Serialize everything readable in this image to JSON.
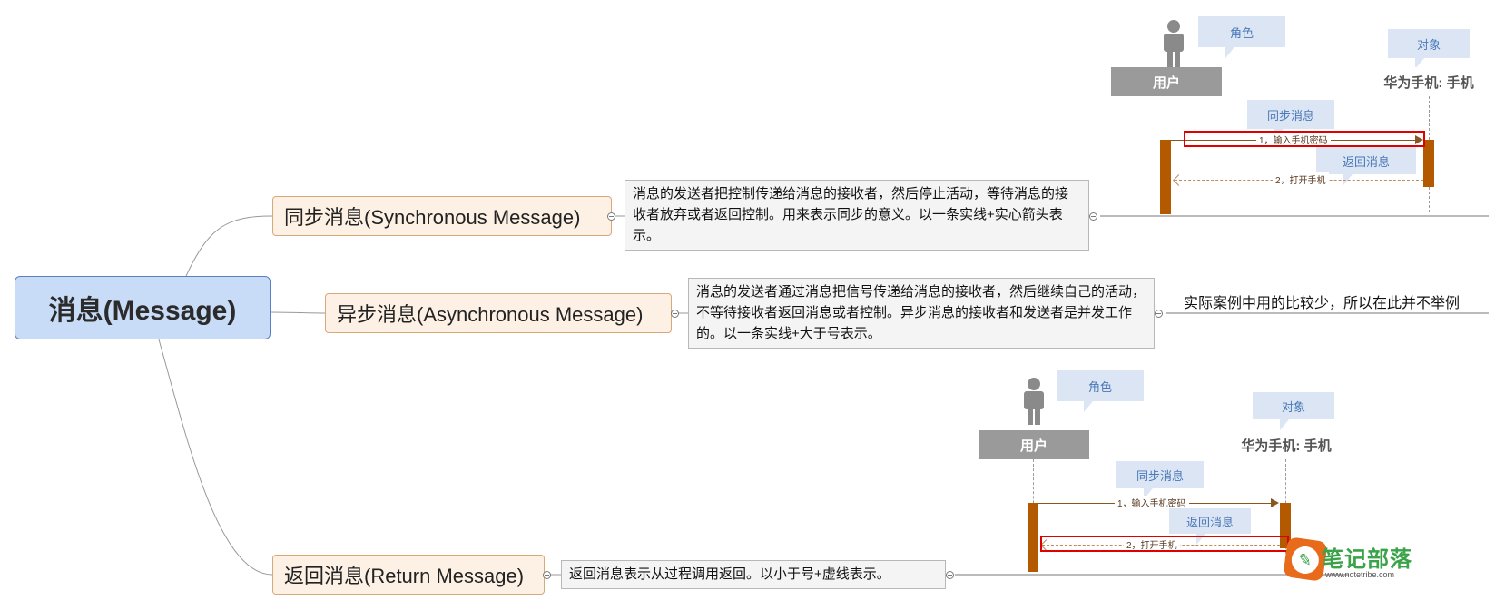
{
  "root": {
    "label": "消息(Message)"
  },
  "branches": [
    {
      "label": "同步消息(Synchronous Message)",
      "note": "消息的发送者把控制传递给消息的接收者，然后停止活动，等待消息的接收者放弃或者返回控制。用来表示同步的意义。以一条实线+实心箭头表示。"
    },
    {
      "label": "异步消息(Asynchronous Message)",
      "note": "消息的发送者通过消息把信号传递给消息的接收者，然后继续自己的活动，不等待接收者返回消息或者控制。异步消息的接收者和发送者是并发工作的。以一条实线+大于号表示。",
      "extra": "实际案例中用的比较少，所以在此并不举例"
    },
    {
      "label": "返回消息(Return Message)",
      "note": "返回消息表示从过程调用返回。以小于号+虚线表示。"
    }
  ],
  "seq_diagrams": [
    {
      "role_callout": "角色",
      "object_callout": "对象",
      "actor_label": "用户",
      "object_label": "华为手机: 手机",
      "sync_callout": "同步消息",
      "return_callout": "返回消息",
      "msg1": "1，输入手机密码",
      "msg2": "2，打开手机"
    },
    {
      "role_callout": "角色",
      "object_callout": "对象",
      "actor_label": "用户",
      "object_label": "华为手机: 手机",
      "sync_callout": "同步消息",
      "return_callout": "返回消息",
      "msg1": "1，输入手机密码",
      "msg2": "2，打开手机"
    }
  ],
  "watermark": {
    "text": "笔记部落",
    "url": "www.notetribe.com"
  },
  "colors": {
    "root_fill": "#c9dcf7",
    "branch_fill": "#fdf1e6",
    "note_fill": "#f4f4f4",
    "activation": "#b35a00",
    "highlight": "#e00000",
    "callout": "#dbe5f3"
  }
}
